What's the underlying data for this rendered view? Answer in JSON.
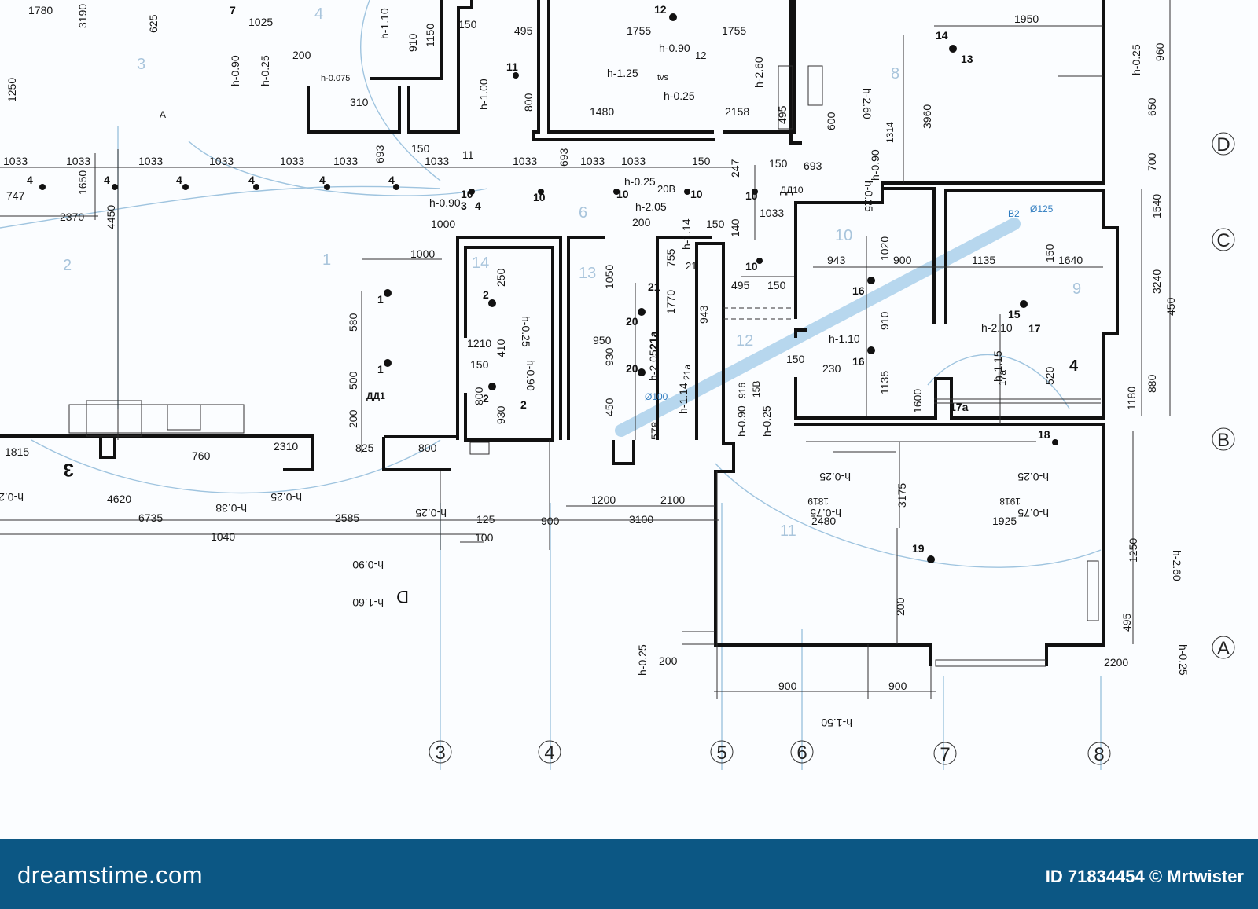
{
  "footer": {
    "logo": "dreamstime.com",
    "credit": "ID 71834454 © Mrtwister"
  },
  "axes": {
    "columns": [
      "3",
      "4",
      "5",
      "6",
      "7",
      "8"
    ],
    "rows": [
      "D",
      "C",
      "B",
      "A"
    ]
  },
  "room_numbers": [
    "1",
    "2",
    "3",
    "4",
    "6",
    "8",
    "9",
    "10",
    "11",
    "12",
    "13",
    "14"
  ],
  "dimensions": [
    "1780",
    "3190",
    "625",
    "1025",
    "1250",
    "1033",
    "1033",
    "1033",
    "1033",
    "1033",
    "1033",
    "747",
    "1650",
    "2370",
    "4450",
    "200",
    "310",
    "150",
    "910",
    "1150",
    "150",
    "495",
    "250",
    "1755",
    "1755",
    "1480",
    "800",
    "693",
    "693",
    "1033",
    "1033",
    "1033",
    "1033",
    "150",
    "2158",
    "1950",
    "3960",
    "960",
    "650",
    "700",
    "600",
    "495",
    "150",
    "693",
    "247",
    "1033",
    "140",
    "150",
    "200",
    "1000",
    "1000",
    "580",
    "500",
    "200",
    "825",
    "800",
    "250",
    "1210",
    "410",
    "150",
    "800",
    "930",
    "1050",
    "950",
    "930",
    "450",
    "578",
    "755",
    "1770",
    "943",
    "943",
    "900",
    "1020",
    "910",
    "1135",
    "1135",
    "1640",
    "150",
    "150",
    "230",
    "1600",
    "520",
    "1540",
    "3240",
    "450",
    "1180",
    "880",
    "1815",
    "760",
    "2310",
    "4620",
    "6735",
    "1040",
    "2585",
    "125",
    "100",
    "900",
    "1200",
    "2100",
    "3100",
    "2480",
    "1925",
    "3175",
    "1250",
    "200",
    "200",
    "2200",
    "900",
    "900",
    "495",
    "495",
    "150"
  ],
  "levels": [
    "h-0.90",
    "h-0.25",
    "h-0.075",
    "h-1.10",
    "h-1.00",
    "h-0.90",
    "h-1.25",
    "h-0.25",
    "h-2.60",
    "h-2.60",
    "h-0.25",
    "h-0.25",
    "h-0.90",
    "h-0.90",
    "h-0.25",
    "h-2.05",
    "h-2.05",
    "h-1.14",
    "h-1.14",
    "h-0.25",
    "h-0.90",
    "h-1.10",
    "h-2.10",
    "h-1.15",
    "h-0.90",
    "h-0.25",
    "h-0.25",
    "h-0.38",
    "h-0.25",
    "h-0.25",
    "h-0.90",
    "h-1.60",
    "h-0.25",
    "h-0.75",
    "h-0.75",
    "h-0.25",
    "h-2.60",
    "h-0.25",
    "h-0.25",
    "h-1.50"
  ],
  "marks": [
    "1",
    "1",
    "2",
    "2",
    "4",
    "4",
    "4",
    "4",
    "4",
    "4",
    "7",
    "10",
    "10",
    "10",
    "10",
    "10",
    "10",
    "11",
    "12",
    "13",
    "14",
    "15",
    "16",
    "16",
    "17",
    "17a",
    "18",
    "19",
    "20",
    "20",
    "21",
    "21a",
    "3",
    "4",
    "D",
    "A"
  ],
  "notes": [
    "ДД1",
    "ДД10",
    "Ø100",
    "Ø125",
    "B2",
    "tvs",
    "20B",
    "12",
    "21",
    "21a",
    "15B",
    "916",
    "1314",
    "17a",
    "1918",
    "1819",
    "3",
    "4",
    "2",
    "11"
  ],
  "colors": {
    "wall": "#111111",
    "dimension": "#303030",
    "pipe": "#a6cdea",
    "grid": "#9fc4df",
    "footer": "#0c5784"
  }
}
